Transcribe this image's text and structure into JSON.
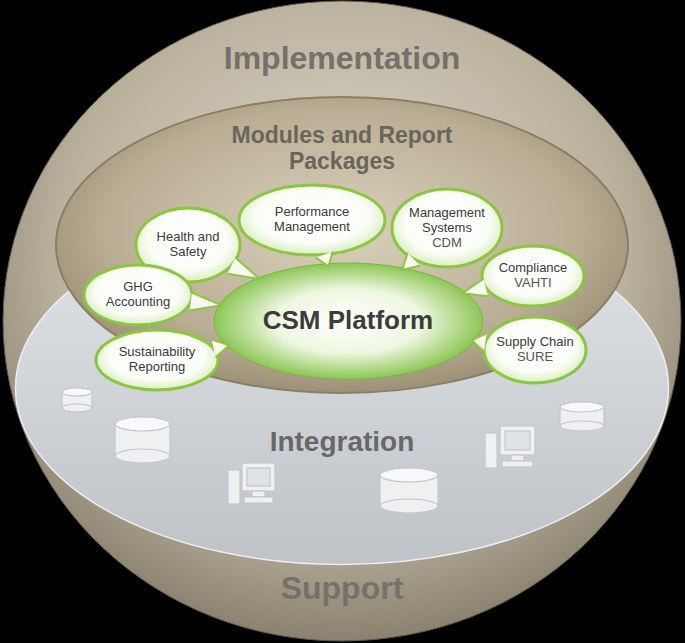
{
  "diagram": {
    "nodes": [
      {
        "text": [
          "Implementation",
          "Support"
        ]
      },
      {
        "text": [
          "Modules and Report Packages"
        ],
        "in": 0
      },
      {
        "text": [
          "Integration"
        ],
        "in": 0
      },
      {
        "text": [
          "CSM Platform"
        ],
        "in": 1
      },
      {
        "text": [
          "Health and Safety"
        ],
        "in": 1
      },
      {
        "text": [
          "Performance Management"
        ],
        "in": 1
      },
      {
        "text": [
          "Management Systems",
          "CDM"
        ],
        "in": 1
      },
      {
        "text": [
          "GHG Accounting"
        ],
        "in": 1
      },
      {
        "text": [
          "Compliance",
          "VAHTI"
        ],
        "in": 1
      },
      {
        "text": [
          "Sustainability Reporting"
        ],
        "in": 1
      },
      {
        "text": [
          "Supply Chain",
          "SURE"
        ],
        "in": 1
      }
    ],
    "edges": [
      {
        "from": 4,
        "to": 3,
        "arrow": "none"
      },
      {
        "from": 5,
        "to": 3,
        "arrow": "none"
      },
      {
        "from": 6,
        "to": 3,
        "arrow": "none"
      },
      {
        "from": 7,
        "to": 3,
        "arrow": "none"
      },
      {
        "from": 8,
        "to": 3,
        "arrow": "none"
      },
      {
        "from": 9,
        "to": 3,
        "arrow": "none"
      },
      {
        "from": 10,
        "to": 3,
        "arrow": "none"
      }
    ]
  }
}
